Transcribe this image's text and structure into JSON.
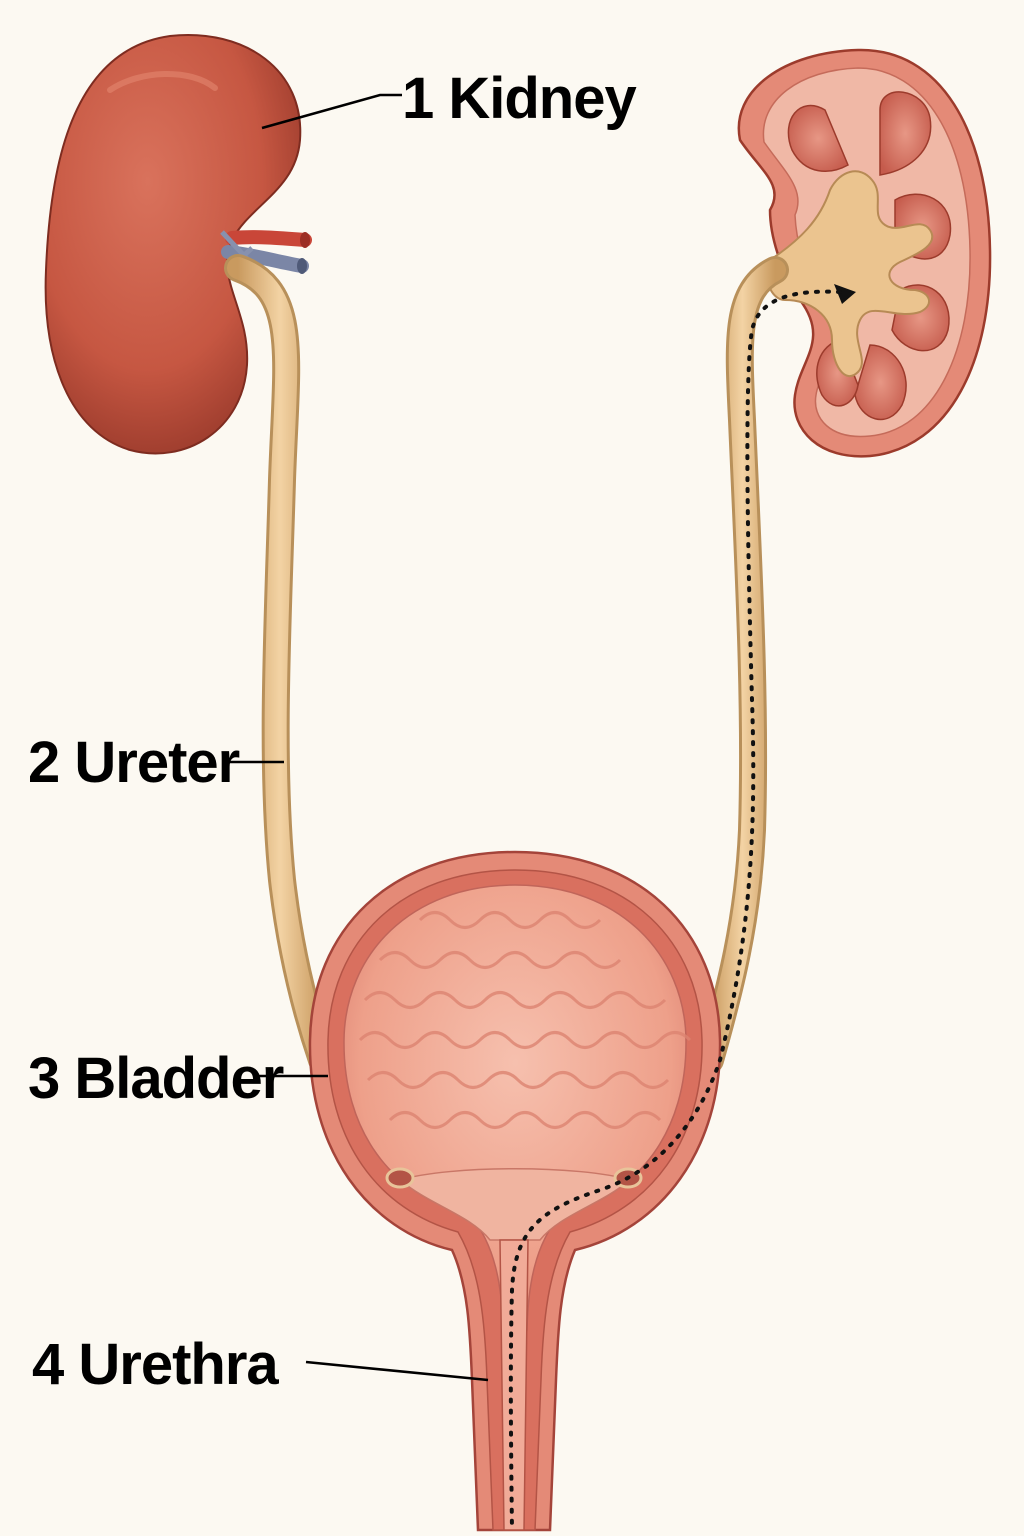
{
  "labels": {
    "kidney": "1 Kidney",
    "ureter": "2 Ureter",
    "bladder": "3 Bladder",
    "urethra": "4 Urethra"
  },
  "colors": {
    "background": "#fcf9f2",
    "kidney": "#c65742",
    "kidney_dark": "#8f3326",
    "ureter": "#e9c28e",
    "ureter_edge": "#b8905a",
    "bladder_wall": "#e48a77",
    "bladder_inner": "#f1ab98",
    "artery": "#c94638",
    "vein": "#7b86a6",
    "pathway": "#111111"
  },
  "icons": [
    "kidney-exterior",
    "kidney-cross-section",
    "bladder-cross-section",
    "urine-flow-arrow"
  ]
}
